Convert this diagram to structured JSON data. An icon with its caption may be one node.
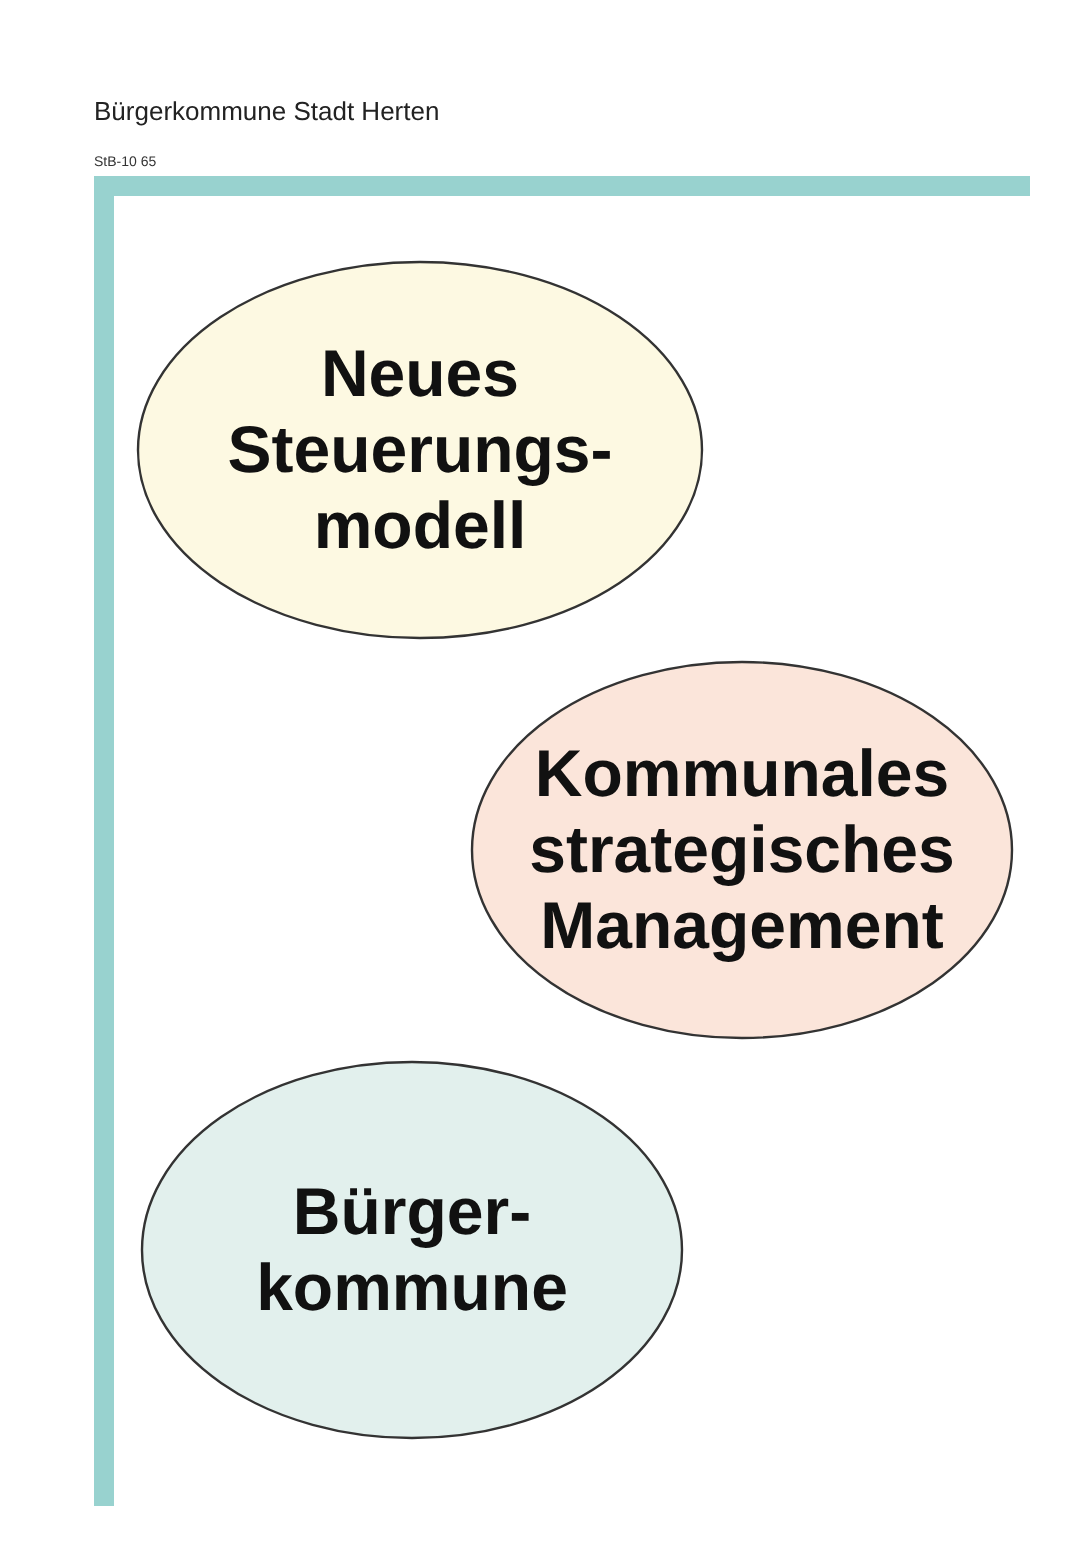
{
  "diagram": {
    "title": "Bürgerkommune Stadt Herten",
    "nodes": [
      {
        "text": [
          "Neues Steuerungs- modell"
        ]
      },
      {
        "text": [
          "Kommunales strategisches Management"
        ]
      },
      {
        "text": [
          "Bürger- kommune"
        ]
      }
    ],
    "labels": [
      "StB-10 65"
    ]
  }
}
